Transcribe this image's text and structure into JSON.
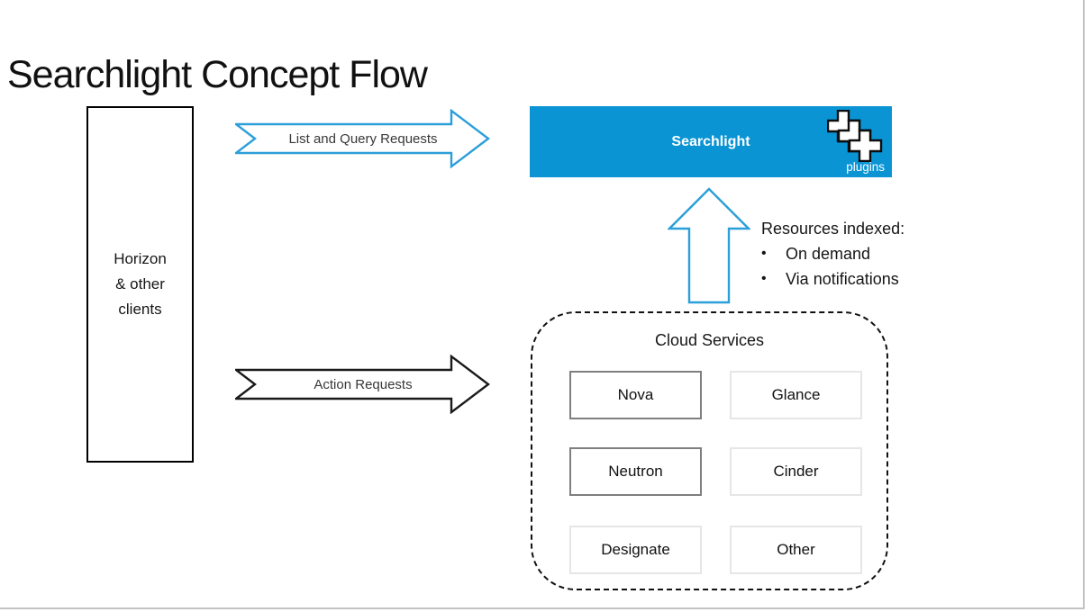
{
  "slide": {
    "title": "Searchlight Concept Flow"
  },
  "colors": {
    "searchlight_blue": "#0a94d4",
    "arrow_blue": "#2b9fd9",
    "arrow_black": "#1a1a1a",
    "service_dark_border": "#7f7f7f",
    "service_light_border": "#e6e6e6"
  },
  "clients_box": {
    "lines": [
      "Horizon",
      "& other",
      "clients"
    ]
  },
  "arrows": {
    "list_query_label": "List and Query Requests",
    "action_label": "Action Requests"
  },
  "searchlight_box": {
    "label": "Searchlight",
    "plugins_label": "plugins",
    "plugins_icon": "plugins-stack-icon"
  },
  "resources_note": {
    "heading": "Resources indexed:",
    "bullet_char": "•",
    "bullets": [
      "On demand",
      "Via notifications"
    ]
  },
  "cloud_services": {
    "title": "Cloud Services",
    "services": [
      {
        "name": "Nova",
        "border": "dark"
      },
      {
        "name": "Glance",
        "border": "light"
      },
      {
        "name": "Neutron",
        "border": "dark"
      },
      {
        "name": "Cinder",
        "border": "light"
      },
      {
        "name": "Designate",
        "border": "light"
      },
      {
        "name": "Other",
        "border": "light"
      }
    ]
  }
}
